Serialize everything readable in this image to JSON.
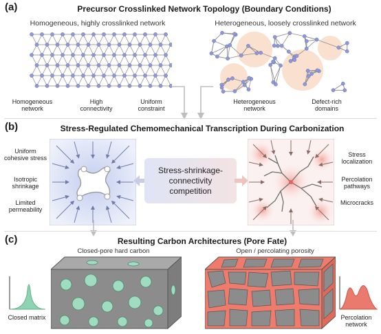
{
  "panel_a": {
    "tag": "(a)",
    "title": "Precursor Crosslinked Network Topology (Boundary Conditions)",
    "left_subtitle": "Homogeneous, highly crosslinked network",
    "right_subtitle": "Heterogeneous, loosely crosslinked network",
    "labels": [
      "Homogeneous network",
      "High connectivity",
      "Uniform constraint",
      "Heterogeneous network",
      "Defect-rich domains"
    ]
  },
  "panel_b": {
    "tag": "(b)",
    "title": "Stress-Regulated Chemomechanical Transcription During Carbonization",
    "left_labels": [
      "Uniform cohesive stress",
      "Isotropic shrinkage",
      "Limited permeability"
    ],
    "center_text": "Stress-shrinkage-connectivity competition",
    "right_labels": [
      "Stress localization",
      "Percolation pathways",
      "Microcracks"
    ]
  },
  "panel_c": {
    "tag": "(c)",
    "title": "Resulting Carbon Architectures (Pore Fate)",
    "left_subtitle": "Closed-pore hard carbon",
    "right_subtitle": "Open / percolating porosity",
    "left_label": "Closed matrix",
    "right_label": "Percolation network"
  },
  "colors": {
    "network_node": "#8f97d6",
    "network_edge": "#8c8c8c",
    "defect_glow": "#f6c9a8",
    "blue_field": "#cfd8f2",
    "red_field": "#f6c3bd",
    "carbon_grey": "#8c8c8c",
    "pore_green": "#9fdcc0",
    "percolation_red": "#ee7b6c",
    "peak_green": "#6cc29a",
    "peak_red": "#e2655a"
  }
}
